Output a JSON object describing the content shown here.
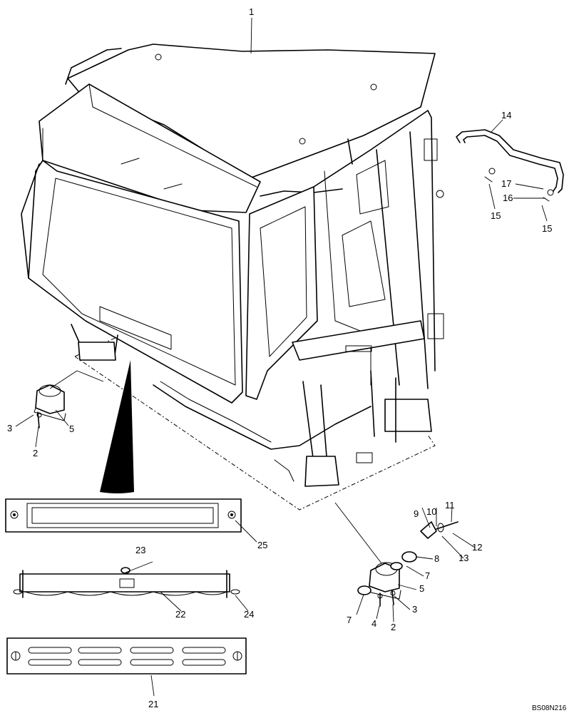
{
  "callouts": {
    "c1": "1",
    "c2a": "2",
    "c2b": "2",
    "c3a": "3",
    "c3b": "3",
    "c4": "4",
    "c5a": "5",
    "c5b": "5",
    "c7a": "7",
    "c7b": "7",
    "c8": "8",
    "c9": "9",
    "c10": "10",
    "c11": "11",
    "c12": "12",
    "c13": "13",
    "c14": "14",
    "c15a": "15",
    "c15b": "15",
    "c16": "16",
    "c17": "17",
    "c21": "21",
    "c22": "22",
    "c23": "23",
    "c24": "24",
    "c25": "25"
  },
  "drawing_code": "BS08N216"
}
